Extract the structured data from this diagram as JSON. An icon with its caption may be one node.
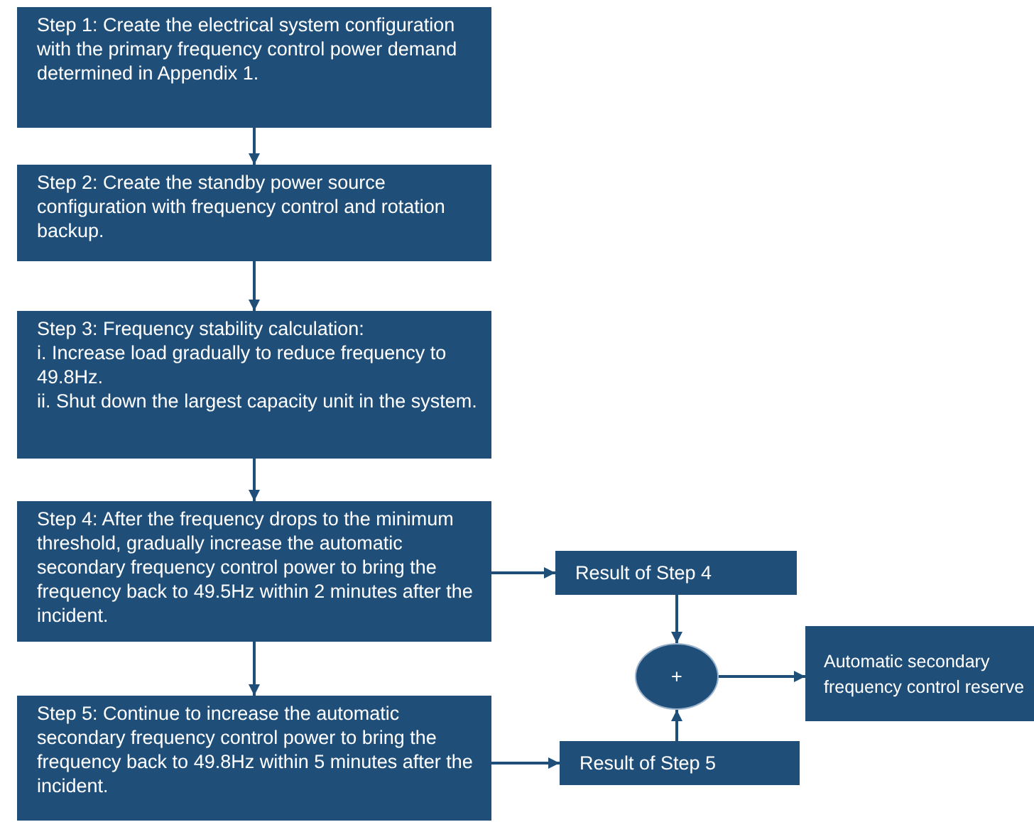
{
  "diagram": {
    "nodes": [
      {
        "text": [
          "Step 1: Create the electrical system configuration with the primary frequency control power demand determined in Appendix 1."
        ]
      },
      {
        "text": [
          "Step 2: Create the standby power source configuration with frequency control and rotation backup."
        ]
      },
      {
        "text": [
          "Step 3: Frequency stability calculation:",
          "i. Increase load gradually to reduce frequency to 49.8Hz.",
          "ii. Shut down the largest capacity unit in the system."
        ]
      },
      {
        "text": [
          "Step 4: After the frequency drops to the minimum threshold, gradually increase the automatic secondary frequency control power to bring the frequency back to 49.5Hz within 2 minutes after the incident."
        ]
      },
      {
        "text": [
          "Step 5: Continue to increase the automatic secondary frequency control power to bring the frequency back to 49.8Hz within 5 minutes after the incident."
        ]
      },
      {
        "text": [
          "Result of Step 4"
        ]
      },
      {
        "text": [
          "Result of Step 5"
        ]
      },
      {
        "text": [
          "+"
        ]
      },
      {
        "text": [
          "Automatic secondary frequency control reserve"
        ]
      }
    ],
    "edges": [
      {
        "from": 0,
        "to": 1,
        "arrow": "to"
      },
      {
        "from": 1,
        "to": 2,
        "arrow": "to"
      },
      {
        "from": 2,
        "to": 3,
        "arrow": "to"
      },
      {
        "from": 3,
        "to": 4,
        "arrow": "to"
      },
      {
        "from": 3,
        "to": 5,
        "arrow": "to"
      },
      {
        "from": 4,
        "to": 6,
        "arrow": "to"
      },
      {
        "from": 5,
        "to": 7,
        "arrow": "to"
      },
      {
        "from": 6,
        "to": 7,
        "arrow": "to"
      },
      {
        "from": 7,
        "to": 8,
        "arrow": "to"
      }
    ]
  }
}
